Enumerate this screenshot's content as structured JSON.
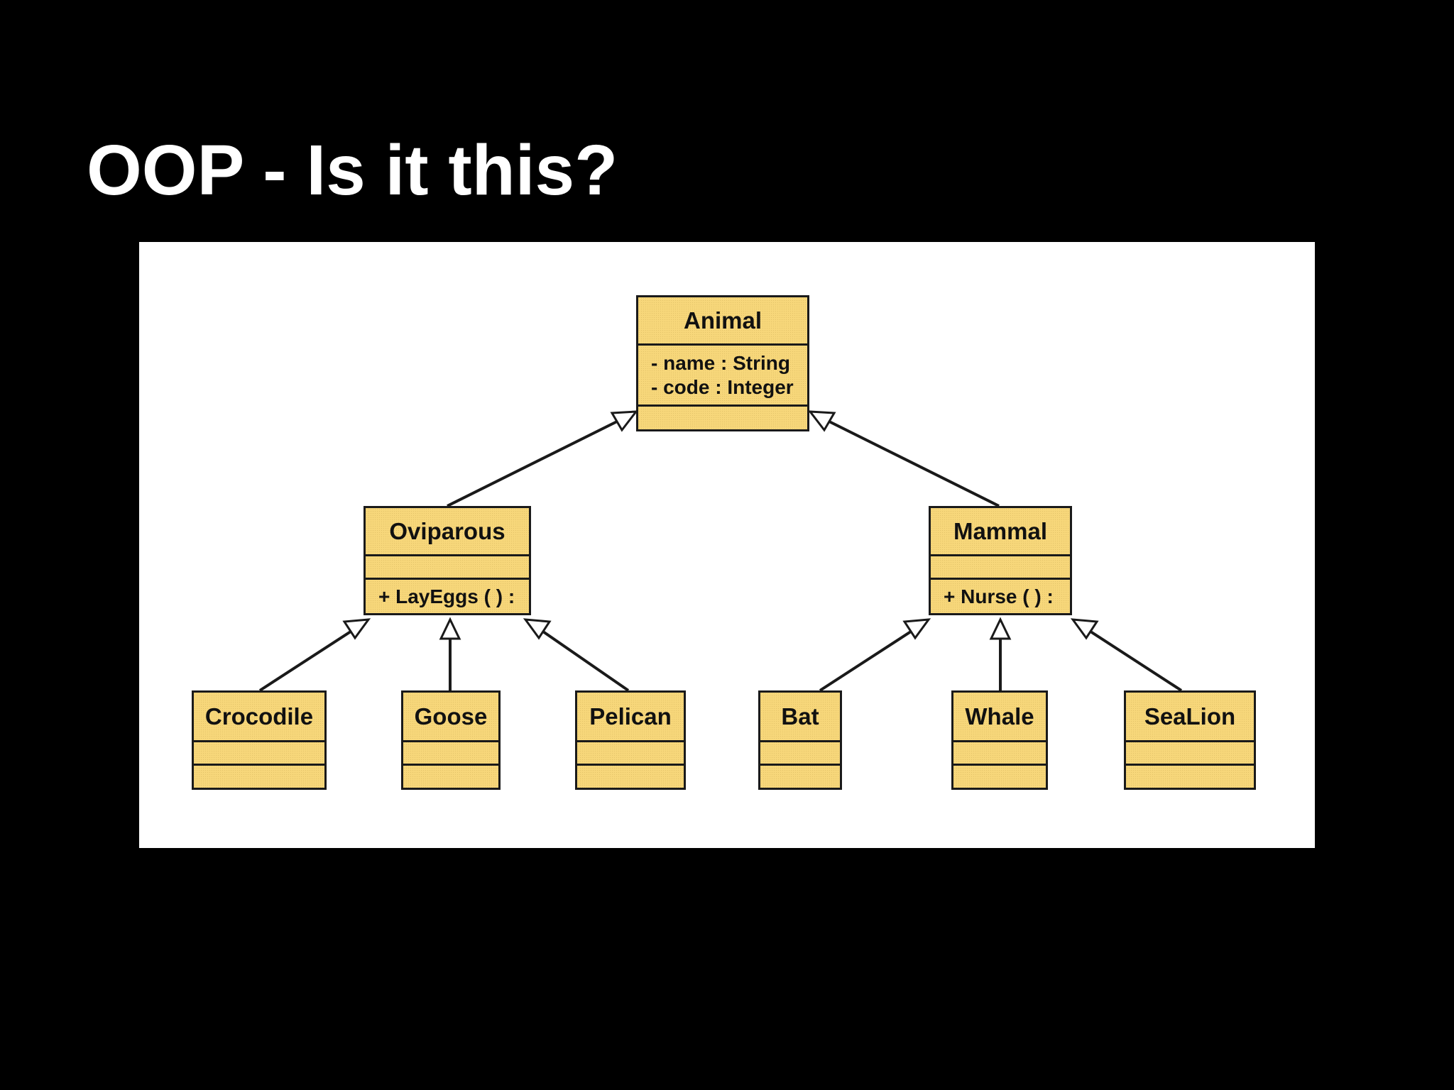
{
  "slide": {
    "title": "OOP - Is it this?",
    "background_color": "#000000",
    "title_color": "#ffffff"
  },
  "diagram": {
    "panel_color": "#ffffff",
    "class_fill": "#f7d77a",
    "line_color": "#1a1a1a",
    "classes": {
      "animal": {
        "name": "Animal",
        "attributes": [
          "- name : String",
          "- code : Integer"
        ],
        "operations": []
      },
      "oviparous": {
        "name": "Oviparous",
        "attributes": [],
        "operations": [
          "+ LayEggs ( ) :"
        ]
      },
      "mammal": {
        "name": "Mammal",
        "attributes": [],
        "operations": [
          "+ Nurse ( ) :"
        ]
      },
      "crocodile": {
        "name": "Crocodile",
        "attributes": [],
        "operations": []
      },
      "goose": {
        "name": "Goose",
        "attributes": [],
        "operations": []
      },
      "pelican": {
        "name": "Pelican",
        "attributes": [],
        "operations": []
      },
      "bat": {
        "name": "Bat",
        "attributes": [],
        "operations": []
      },
      "whale": {
        "name": "Whale",
        "attributes": [],
        "operations": []
      },
      "sealion": {
        "name": "SeaLion",
        "attributes": [],
        "operations": []
      }
    },
    "generalizations": [
      {
        "child": "Oviparous",
        "parent": "Animal"
      },
      {
        "child": "Mammal",
        "parent": "Animal"
      },
      {
        "child": "Crocodile",
        "parent": "Oviparous"
      },
      {
        "child": "Goose",
        "parent": "Oviparous"
      },
      {
        "child": "Pelican",
        "parent": "Oviparous"
      },
      {
        "child": "Bat",
        "parent": "Mammal"
      },
      {
        "child": "Whale",
        "parent": "Mammal"
      },
      {
        "child": "SeaLion",
        "parent": "Mammal"
      }
    ]
  }
}
